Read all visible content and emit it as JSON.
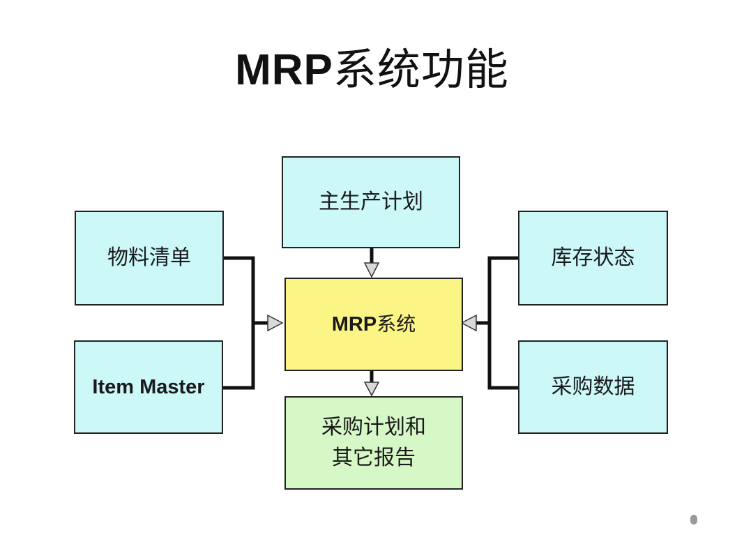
{
  "title": {
    "latin": "MRP",
    "cjk": "系统功能"
  },
  "boxes": {
    "master_plan": "主生产计划",
    "bom": "物料清单",
    "item_master": "Item Master",
    "mrp": {
      "latin": "MRP",
      "cjk": "系统"
    },
    "inventory": "库存状态",
    "purchase_data": "采购数据",
    "output": {
      "line1": "采购计划和",
      "line2": "其它报告"
    }
  },
  "colors": {
    "input_box": "#ccf8f8",
    "core_box": "#fbf586",
    "output_box": "#d6f7c6",
    "connector": "#111111",
    "arrowhead_fill": "#d9d9d9"
  }
}
